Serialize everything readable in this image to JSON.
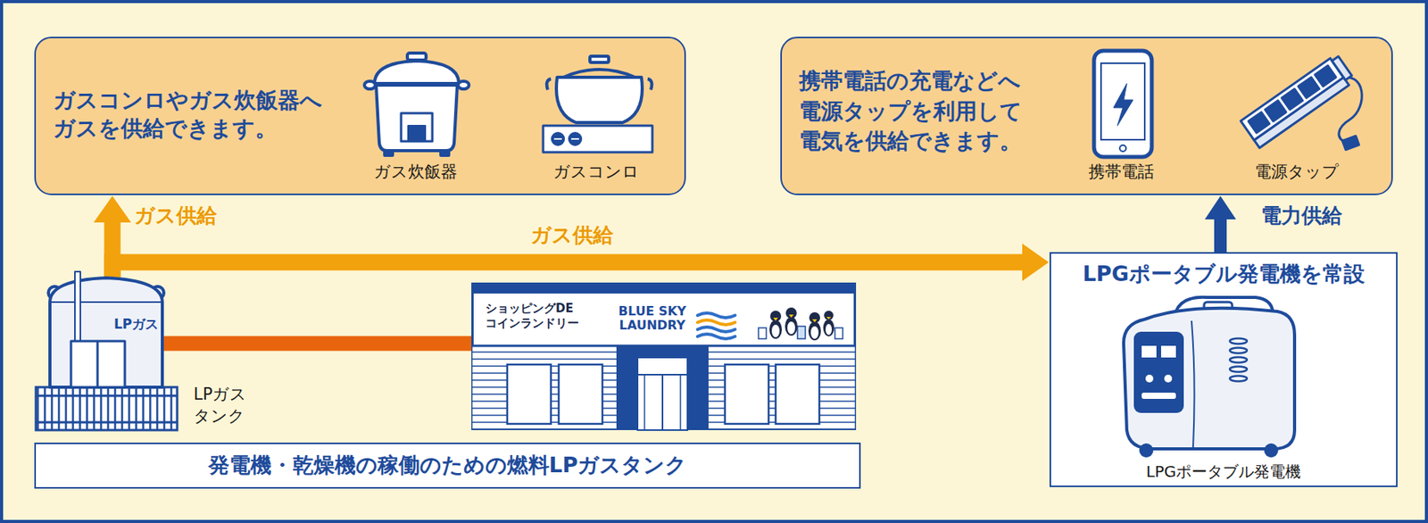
{
  "diagram": {
    "nodes": [
      {
        "text": [
          "ガスコンロやガス炊飯器へ ガスを供給できます。"
        ]
      },
      {
        "text": [
          "携帯電話の充電などへ 電源タップを利用して 電気を供給できます。"
        ]
      },
      {
        "text": [
          "LPガス",
          "LPガス タンク"
        ]
      },
      {
        "text": [
          "ショッピングDE コインランドリー",
          "BLUE SKY LAUNDRY"
        ]
      },
      {
        "text": [
          "発電機・乾燥機の稼働のための燃料LPガスタンク"
        ]
      },
      {
        "text": [
          "LPGポータブル発電機を常設",
          "LPGポータブル発電機"
        ]
      }
    ],
    "edges": [
      {
        "from": 2,
        "to": 0,
        "arrow": "to",
        "label": "ガス供給"
      },
      {
        "from": 2,
        "to": 5,
        "arrow": "to",
        "label": "ガス供給"
      },
      {
        "from": 5,
        "to": 1,
        "arrow": "to",
        "label": "電力供給"
      },
      {
        "from": 2,
        "to": 3,
        "arrow": "none"
      }
    ],
    "labels": [
      "ガス炊飯器",
      "ガスコンロ",
      "携帯電話",
      "電源タップ"
    ]
  }
}
